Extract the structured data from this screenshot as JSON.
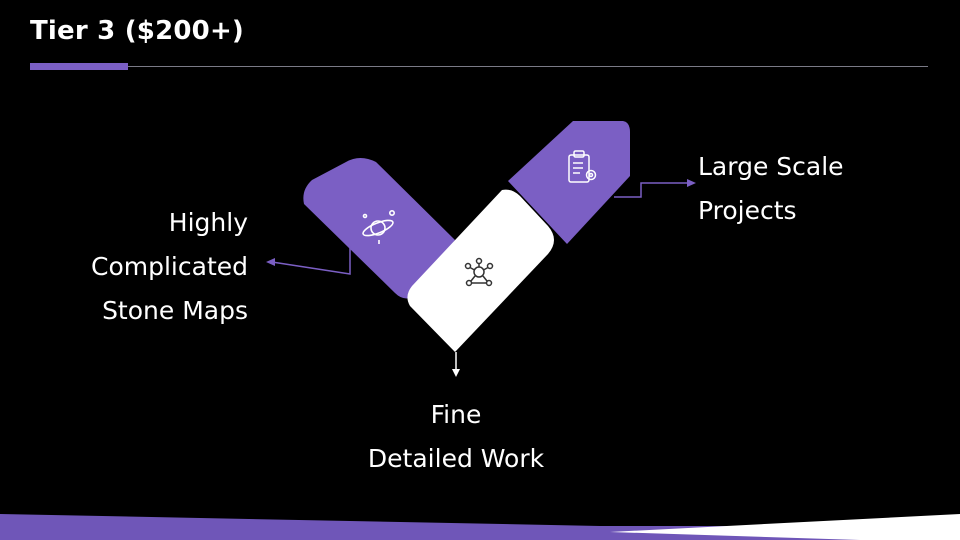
{
  "slide": {
    "title": "Tier 3 ($200+)",
    "items": [
      {
        "lines": [
          "Highly",
          "Complicated",
          "Stone Maps"
        ],
        "icon": "planet-icon"
      },
      {
        "lines": [
          "Large Scale",
          "Projects"
        ],
        "icon": "clipboard-gear-icon"
      },
      {
        "lines": [
          "Fine",
          "Detailed Work"
        ],
        "icon": "network-icon"
      }
    ]
  },
  "colors": {
    "accent": "#7b5fc4",
    "background": "#000000",
    "white": "#ffffff"
  }
}
